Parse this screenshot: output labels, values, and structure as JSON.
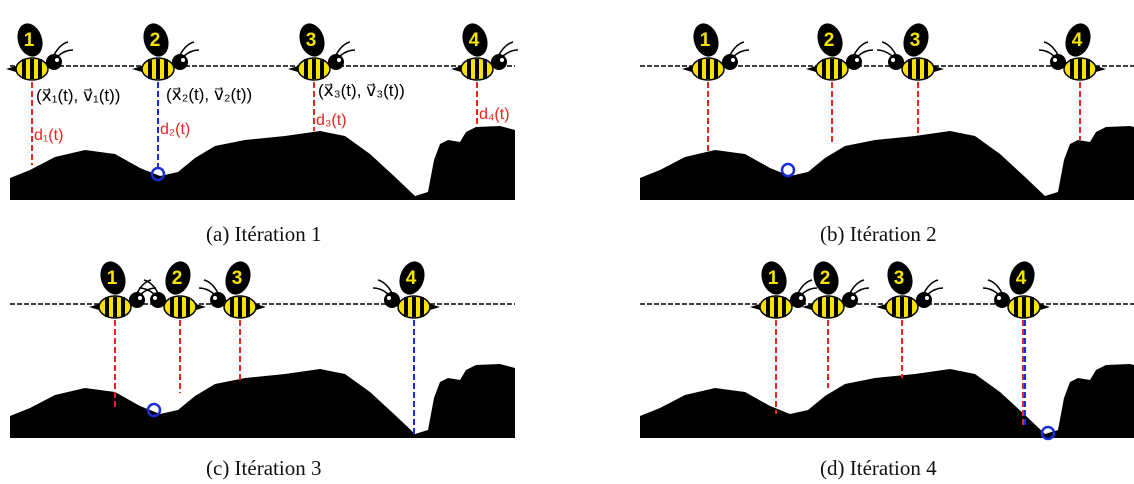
{
  "colors": {
    "terrain": "#000000",
    "bee_yellow": "#f5e200",
    "bee_number": "#f5e200",
    "line_red": "#e8251f",
    "line_blue": "#1b2fd6",
    "marker_blue": "#1b2fd6",
    "text_red": "#e8251f"
  },
  "panels": [
    {
      "caption": "(a) Itération 1",
      "bees": [
        {
          "number": "1",
          "line": "red",
          "dist_label": "d₁(t)",
          "state_label": "(x⃗₁(t), v⃗₁(t))"
        },
        {
          "number": "2",
          "line": "blue",
          "dist_label": "d₂(t)",
          "state_label": "(x⃗₂(t), v⃗₂(t))"
        },
        {
          "number": "3",
          "line": "red",
          "dist_label": "d₃(t)",
          "state_label": "(x⃗₃(t), v⃗₃(t))"
        },
        {
          "number": "4",
          "line": "red",
          "dist_label": "d₄(t)",
          "state_label": ""
        }
      ]
    },
    {
      "caption": "(b) Itération 2",
      "bees": [
        {
          "number": "1",
          "line": "red"
        },
        {
          "number": "2",
          "line": "red"
        },
        {
          "number": "3",
          "line": "red"
        },
        {
          "number": "4",
          "line": "red"
        }
      ]
    },
    {
      "caption": "(c) Itération 3",
      "bees": [
        {
          "number": "1",
          "line": "red"
        },
        {
          "number": "2",
          "line": "red"
        },
        {
          "number": "3",
          "line": "red"
        },
        {
          "number": "4",
          "line": "blue"
        }
      ]
    },
    {
      "caption": "(d) Itération 4",
      "bees": [
        {
          "number": "1",
          "line": "red"
        },
        {
          "number": "2",
          "line": "red"
        },
        {
          "number": "3",
          "line": "red"
        },
        {
          "number": "4",
          "line": "red-blue"
        }
      ]
    }
  ]
}
